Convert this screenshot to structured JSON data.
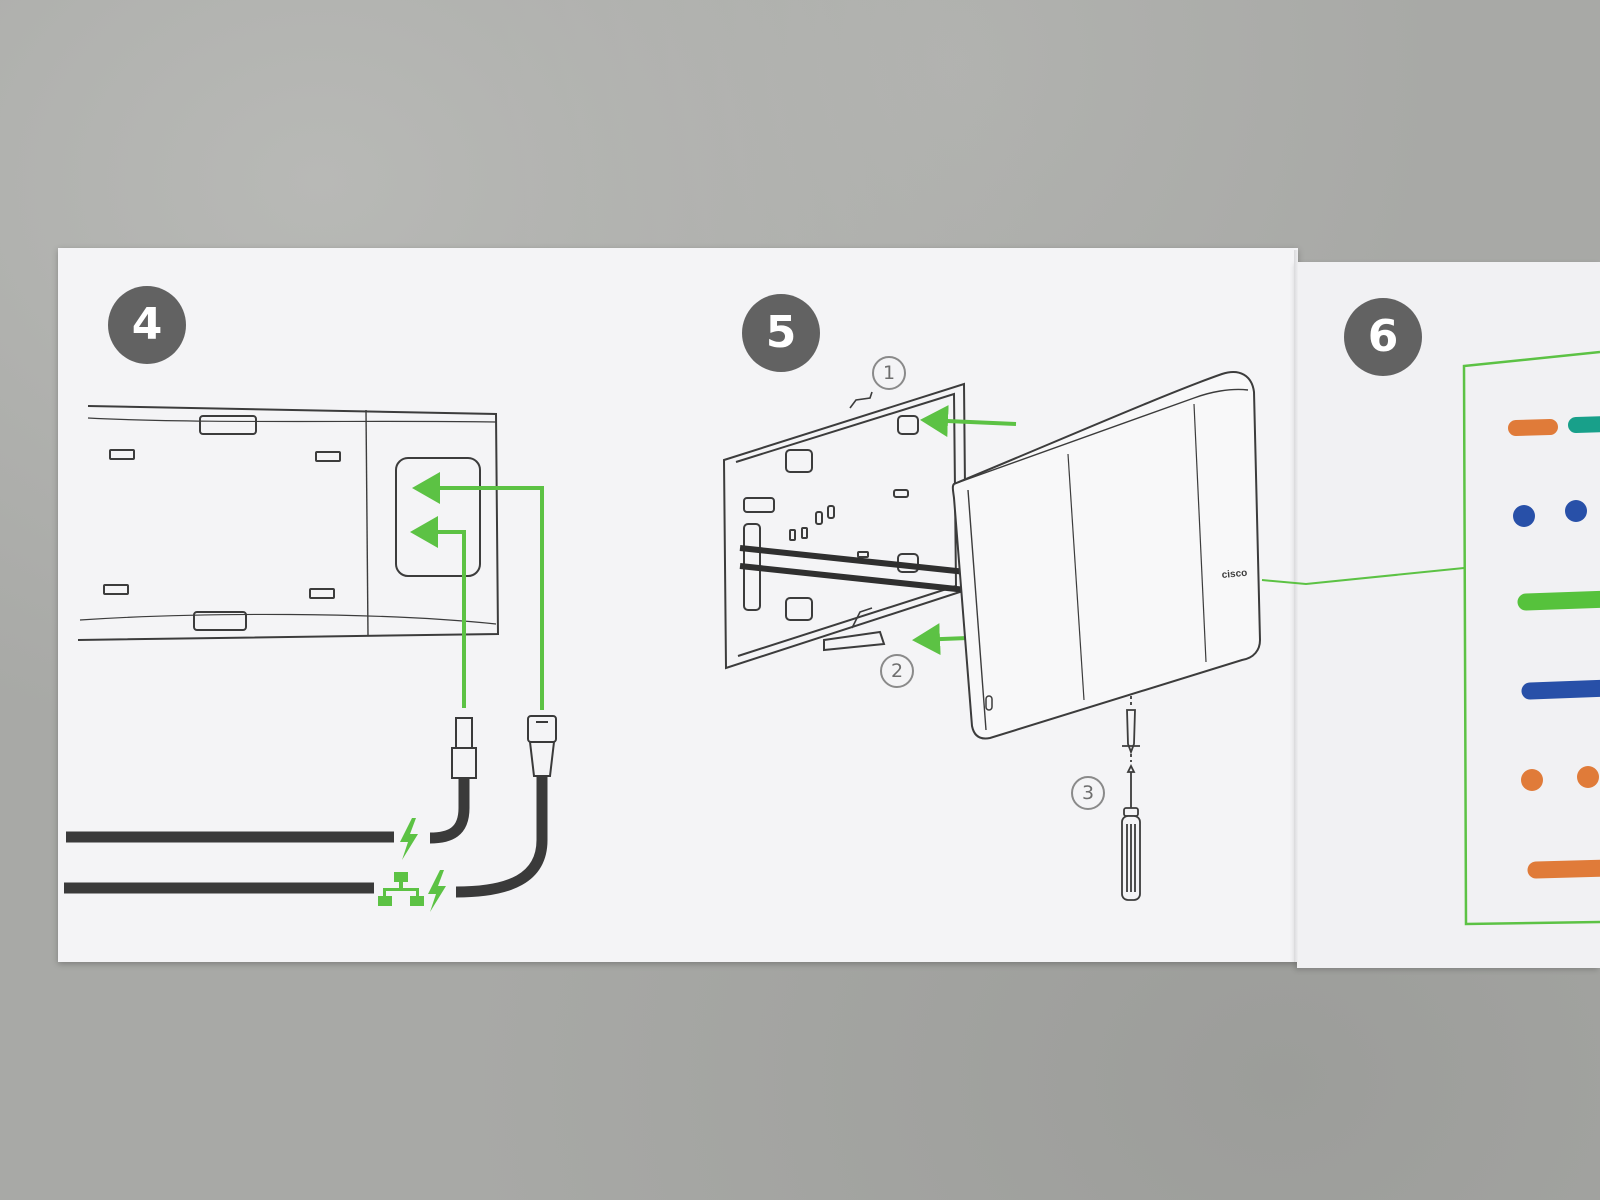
{
  "steps": [
    {
      "number": "4"
    },
    {
      "number": "5",
      "substeps": [
        "1",
        "2",
        "3"
      ]
    },
    {
      "number": "6"
    }
  ],
  "device": {
    "brand_mark": "cisco"
  },
  "colors": {
    "accent_green": "#5cc244",
    "badge_gray": "#626262",
    "cable_dark": "#3a3a3a",
    "led_orange": "#e07b39",
    "led_blue": "#2850a8",
    "led_teal": "#18a08a",
    "led_green": "#56c23c"
  },
  "icons": [
    "power-bolt-icon",
    "network-icon",
    "screwdriver-icon",
    "screw-icon"
  ],
  "led_legend": [
    {
      "pattern": "solid-bars",
      "colors": [
        "orange",
        "teal-blue"
      ]
    },
    {
      "pattern": "blinking-dots",
      "colors": [
        "blue"
      ]
    },
    {
      "pattern": "solid-bar",
      "colors": [
        "green"
      ]
    },
    {
      "pattern": "solid-bar",
      "colors": [
        "blue"
      ]
    },
    {
      "pattern": "blinking-dots",
      "colors": [
        "orange"
      ]
    },
    {
      "pattern": "solid-bar",
      "colors": [
        "orange"
      ]
    }
  ]
}
